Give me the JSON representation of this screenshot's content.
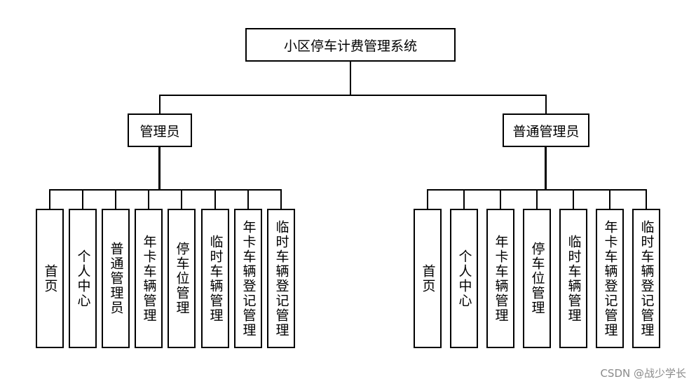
{
  "root": {
    "label": "小区停车计费管理系统"
  },
  "roles": [
    {
      "label": "管理员",
      "modules": [
        "首页",
        "个人中心",
        "普通管理员",
        "年卡车辆管理",
        "停车位管理",
        "临时车辆管理",
        "年卡车辆登记管理",
        "临时车辆登记管理"
      ]
    },
    {
      "label": "普通管理员",
      "modules": [
        "首页",
        "个人中心",
        "年卡车辆管理",
        "停车位管理",
        "临时车辆管理",
        "年卡车辆登记管理",
        "临时车辆登记管理"
      ]
    }
  ],
  "watermark": "CSDN @战少学长"
}
